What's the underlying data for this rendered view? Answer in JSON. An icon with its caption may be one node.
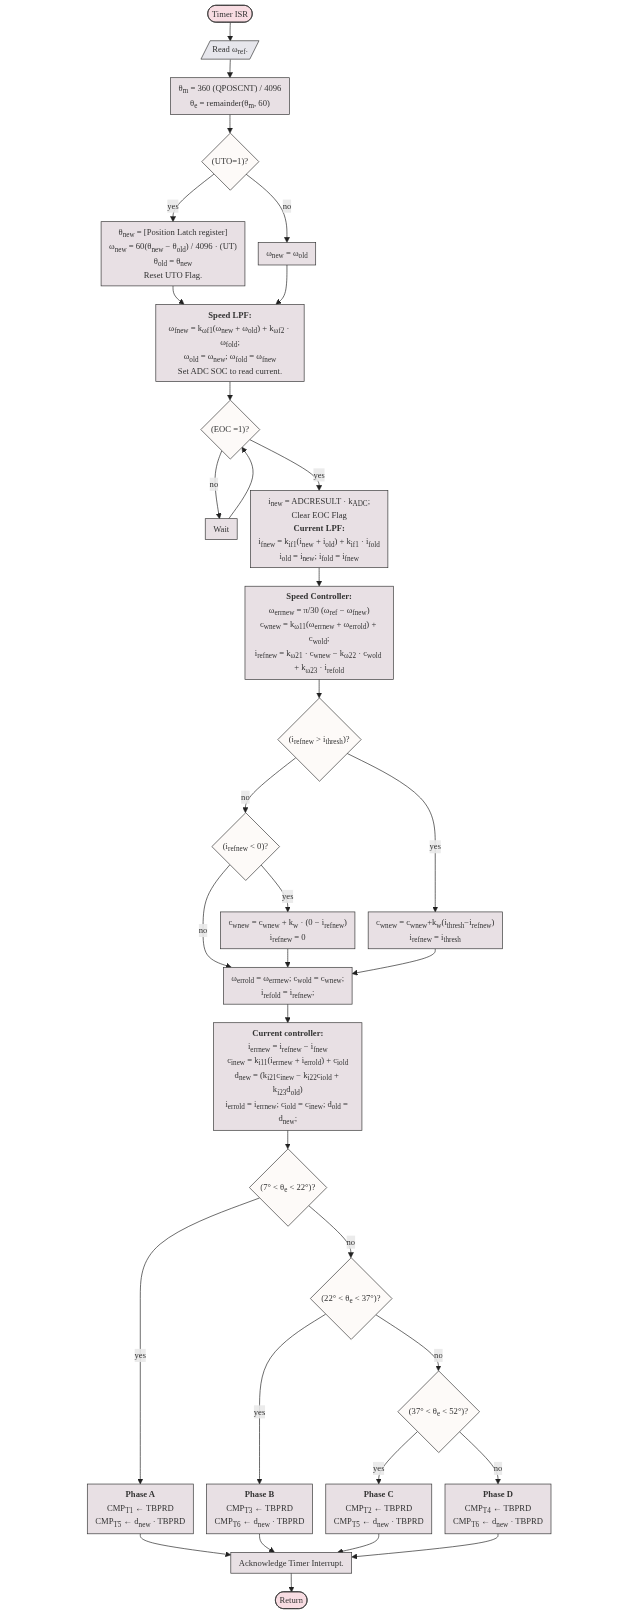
{
  "diagram": {
    "nodes": [
      {
        "text": [
          "Timer ISR"
        ]
      },
      {
        "text": [
          "Read ω$_{ref}$."
        ]
      },
      {
        "text": [
          "θ$_{m}$ = 360 (QPOSCNT) / 4096",
          "θ$_{e}$ = remainder(θ$_{m}$, 60)"
        ]
      },
      {
        "text": [
          "(UTO=1)?"
        ]
      },
      {
        "text": [
          "ω$_{new}$ = ω$_{old}$"
        ]
      },
      {
        "text": [
          "θ$_{new}$ = [Position Latch register]",
          "ω$_{new}$ = 60(θ$_{new}$ − θ$_{old}$) / 4096 · (UT)",
          "θ$_{old}$ = θ$_{new}$",
          "Reset UTO Flag."
        ]
      },
      {
        "text": [
          "Speed LPF:",
          "ω$_{fnew}$ = k$_{ωf1}$(ω$_{new}$ + ω$_{old}$) + k$_{ωf2}$ · ω$_{fold}$;",
          "ω$_{old}$ = ω$_{new}$; ω$_{fold}$ = ω$_{fnew}$",
          "Set ADC SOC to read current."
        ]
      },
      {
        "text": [
          "(EOC =1)?"
        ]
      },
      {
        "text": [
          "Wait"
        ]
      },
      {
        "text": [
          "i$_{new}$ = ADCRESULT · k$_{ADC}$;",
          "Clear EOC Flag",
          "Current LPF:",
          "i$_{fnew}$ = k$_{if1}$(i$_{new}$ + i$_{old}$) + k$_{if1}$ · i$_{fold}$",
          "i$_{old}$ = i$_{new}$; i$_{fold}$ = i$_{fnew}$"
        ]
      },
      {
        "text": [
          "Speed Controller:",
          "ω$_{errnew}$ = π/30 (ω$_{ref}$ − ω$_{fnew}$)",
          "c$_{wnew}$ = k$_{ω11}$(ω$_{errnew}$ + ω$_{errold}$) + c$_{wold}$;",
          "i$_{refnew}$ = k$_{ω21}$ · c$_{wnew}$ − k$_{ω22}$ · c$_{wold}$ + k$_{ω23}$ · i$_{refold}$"
        ]
      },
      {
        "text": [
          "(i$_{refnew}$ > i$_{thresh}$)?"
        ]
      },
      {
        "text": [
          "c$_{wnew}$ = c$_{wnew}$+k$_{w}$(i$_{thresh}$−i$_{refnew}$)",
          "i$_{refnew}$ = i$_{thresh}$"
        ]
      },
      {
        "text": [
          "(i$_{refnew}$ < 0)?"
        ]
      },
      {
        "text": [
          "c$_{wnew}$ = c$_{wnew}$ + k$_{w}$ · (0 − i$_{refnew}$)",
          "i$_{refnew}$ = 0"
        ]
      },
      {
        "text": [
          "ω$_{errold}$ = ω$_{errnew}$; c$_{wold}$ = c$_{wnew}$;",
          "i$_{refold}$ = i$_{refnew}$;"
        ]
      },
      {
        "text": [
          "Current controller:",
          "i$_{errnew}$ = i$_{refnew}$ − i$_{fnew}$",
          "c$_{inew}$ = k$_{i11}$(i$_{errnew}$ + i$_{errold}$) + c$_{iold}$",
          "d$_{new}$ = (k$_{i21}$c$_{inew}$ − k$_{i22}$c$_{iold}$ + k$_{i23}$d$_{old}$)",
          "i$_{errold}$ = i$_{errnew}$; c$_{iold}$ = c$_{inew}$; d$_{old}$ = d$_{new}$;"
        ]
      },
      {
        "text": [
          "(7° < θ$_{e}$ < 22°)?"
        ]
      },
      {
        "text": [
          "Phase A",
          "CMP$_{T1}$ ← TBPRD",
          "CMP$_{T5}$ ← d$_{new}$ · TBPRD"
        ]
      },
      {
        "text": [
          "(22° < θ$_{e}$ < 37°)?"
        ]
      },
      {
        "text": [
          "Phase B",
          "CMP$_{T3}$ ← TBPRD",
          "CMP$_{T6}$ ← d$_{new}$ · TBPRD"
        ]
      },
      {
        "text": [
          "(37° < θ$_{e}$ < 52°)?"
        ]
      },
      {
        "text": [
          "Phase C",
          "CMP$_{T2}$ ← TBPRD",
          "CMP$_{T5}$ ← d$_{new}$ · TBPRD"
        ]
      },
      {
        "text": [
          "Phase D",
          "CMP$_{T4}$ ← TBPRD",
          "CMP$_{T6}$ ← d$_{new}$ · TBPRD"
        ]
      },
      {
        "text": [
          "Acknowledge Timer Interrupt."
        ]
      },
      {
        "text": [
          "Return"
        ]
      }
    ],
    "edges": [
      {
        "from": 0,
        "to": 1,
        "arrow": "to"
      },
      {
        "from": 1,
        "to": 2,
        "arrow": "to"
      },
      {
        "from": 2,
        "to": 3,
        "arrow": "to"
      },
      {
        "from": 3,
        "to": 5,
        "arrow": "to",
        "label": "yes"
      },
      {
        "from": 3,
        "to": 4,
        "arrow": "to",
        "label": "no"
      },
      {
        "from": 5,
        "to": 6,
        "arrow": "to"
      },
      {
        "from": 4,
        "to": 6,
        "arrow": "to"
      },
      {
        "from": 6,
        "to": 7,
        "arrow": "to"
      },
      {
        "from": 7,
        "to": 9,
        "arrow": "to",
        "label": "yes"
      },
      {
        "from": 7,
        "to": 8,
        "arrow": "to",
        "label": "no"
      },
      {
        "from": 8,
        "to": 7,
        "arrow": "to"
      },
      {
        "from": 9,
        "to": 10,
        "arrow": "to"
      },
      {
        "from": 10,
        "to": 11,
        "arrow": "to"
      },
      {
        "from": 11,
        "to": 12,
        "arrow": "to",
        "label": "yes"
      },
      {
        "from": 11,
        "to": 13,
        "arrow": "to",
        "label": "no"
      },
      {
        "from": 13,
        "to": 14,
        "arrow": "to",
        "label": "yes"
      },
      {
        "from": 13,
        "to": 15,
        "arrow": "to",
        "label": "no"
      },
      {
        "from": 14,
        "to": 15,
        "arrow": "to"
      },
      {
        "from": 12,
        "to": 15,
        "arrow": "to"
      },
      {
        "from": 15,
        "to": 16,
        "arrow": "to"
      },
      {
        "from": 16,
        "to": 17,
        "arrow": "to"
      },
      {
        "from": 17,
        "to": 18,
        "arrow": "to",
        "label": "yes"
      },
      {
        "from": 17,
        "to": 19,
        "arrow": "to",
        "label": "no"
      },
      {
        "from": 19,
        "to": 20,
        "arrow": "to",
        "label": "yes"
      },
      {
        "from": 19,
        "to": 21,
        "arrow": "to",
        "label": "no"
      },
      {
        "from": 21,
        "to": 22,
        "arrow": "to",
        "label": "yes"
      },
      {
        "from": 21,
        "to": 23,
        "arrow": "to",
        "label": "no"
      },
      {
        "from": 18,
        "to": 24,
        "arrow": "to"
      },
      {
        "from": 20,
        "to": 24,
        "arrow": "to"
      },
      {
        "from": 22,
        "to": 24,
        "arrow": "to"
      },
      {
        "from": 23,
        "to": 24,
        "arrow": "to"
      },
      {
        "from": 24,
        "to": 25,
        "arrow": "to"
      }
    ]
  }
}
